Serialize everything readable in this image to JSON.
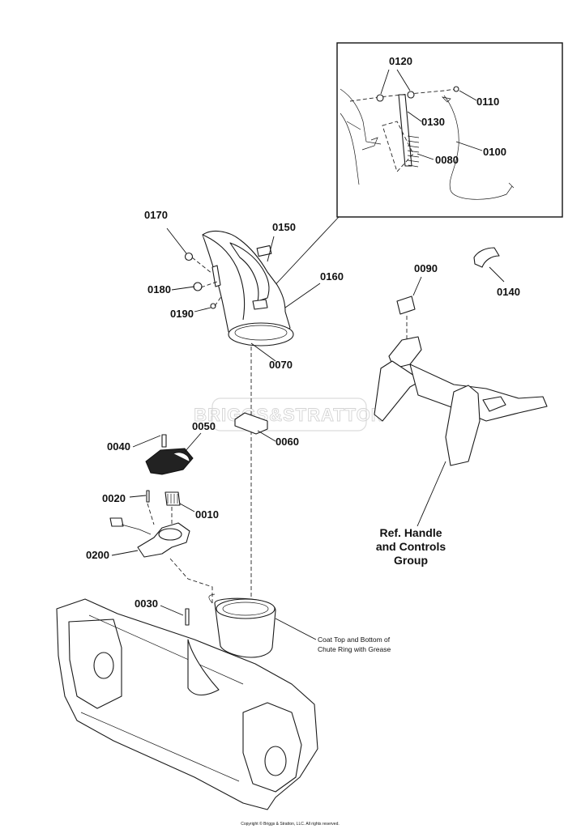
{
  "callouts": {
    "p0010": "0010",
    "p0020": "0020",
    "p0030": "0030",
    "p0040": "0040",
    "p0050": "0050",
    "p0060": "0060",
    "p0070": "0070",
    "p0080": "0080",
    "p0090": "0090",
    "p0100": "0100",
    "p0110": "0110",
    "p0120": "0120",
    "p0130": "0130",
    "p0140": "0140",
    "p0150": "0150",
    "p0160": "0160",
    "p0170": "0170",
    "p0180": "0180",
    "p0190": "0190",
    "p0200": "0200"
  },
  "reference_label": {
    "line1": "Ref. Handle",
    "line2": "and Controls",
    "line3": "Group"
  },
  "grease_note": {
    "line1": "Coat Top and Bottom of",
    "line2": "Chute Ring with Grease"
  },
  "watermark": "BRIGGS&STRATTON",
  "copyright": "Copyright © Briggs & Stratton, LLC. All rights reserved."
}
